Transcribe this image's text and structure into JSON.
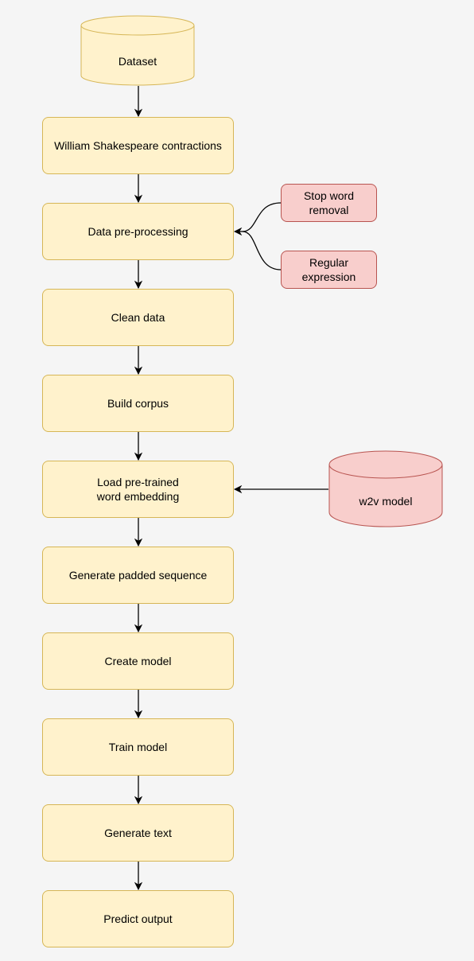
{
  "colors": {
    "background": "#f5f5f5",
    "process_fill": "#fff2cc",
    "process_stroke": "#d6b656",
    "aux_fill": "#f8cecc",
    "aux_stroke": "#b85450",
    "edge": "#000000"
  },
  "diagram": {
    "dataset_label": "Dataset",
    "w2v_label": "w2v model",
    "steps": [
      {
        "label": "William Shakespeare contractions"
      },
      {
        "label": "Data pre-processing"
      },
      {
        "label": "Clean data"
      },
      {
        "label": "Build corpus"
      },
      {
        "label": "Load pre-trained\nword embedding"
      },
      {
        "label": "Generate padded sequence"
      },
      {
        "label": "Create model"
      },
      {
        "label": "Train model"
      },
      {
        "label": "Generate text"
      },
      {
        "label": "Predict output"
      }
    ],
    "preprocessing_options": [
      {
        "label": "Stop word\nremoval"
      },
      {
        "label": "Regular\nexpression"
      }
    ]
  }
}
